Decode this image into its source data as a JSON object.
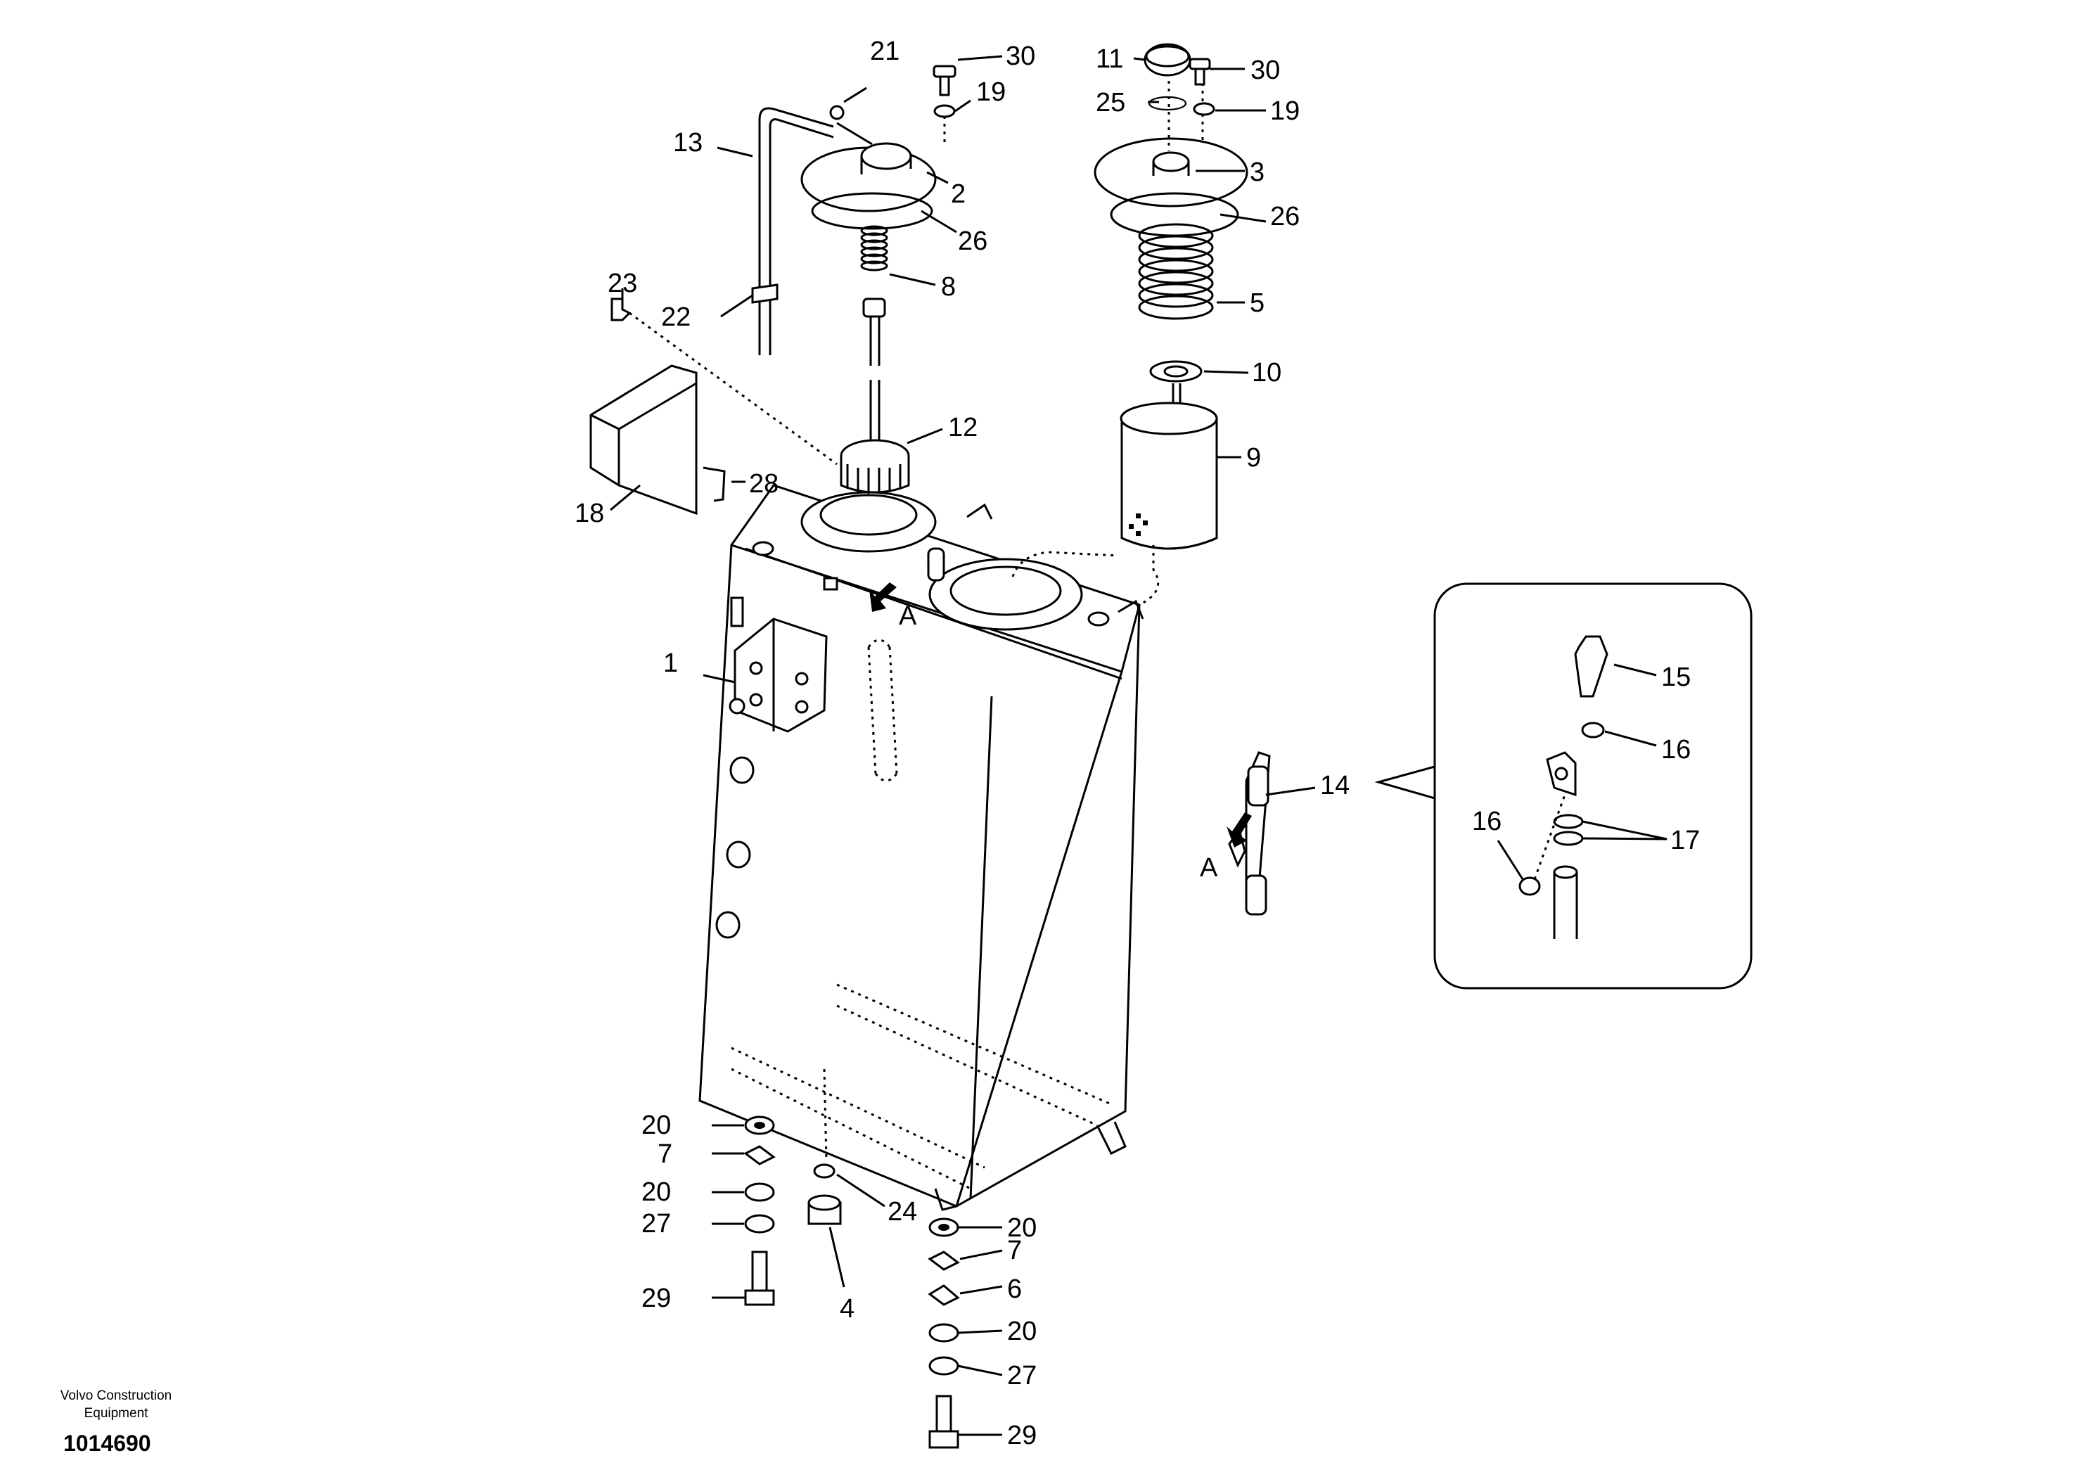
{
  "footer": {
    "brand_line1": "Volvo Construction",
    "brand_line2": "Equipment",
    "document_number": "1014690"
  },
  "callouts": {
    "c1": "1",
    "c2": "2",
    "c3": "3",
    "c4": "4",
    "c5": "5",
    "c6": "6",
    "c7a": "7",
    "c7b": "7",
    "c8": "8",
    "c9": "9",
    "c10": "10",
    "c11": "11",
    "c12": "12",
    "c13": "13",
    "c14": "14",
    "c15": "15",
    "c16a": "16",
    "c16b": "16",
    "c17": "17",
    "c18": "18",
    "c19a": "19",
    "c19b": "19",
    "c20a": "20",
    "c20b": "20",
    "c20c": "20",
    "c20d": "20",
    "c21": "21",
    "c22": "22",
    "c23": "23",
    "c24": "24",
    "c25": "25",
    "c26a": "26",
    "c26b": "26",
    "c27a": "27",
    "c27b": "27",
    "c28": "28",
    "c29a": "29",
    "c29b": "29",
    "c30a": "30",
    "c30b": "30"
  },
  "view_marks": {
    "a1": "A",
    "a2": "A"
  }
}
